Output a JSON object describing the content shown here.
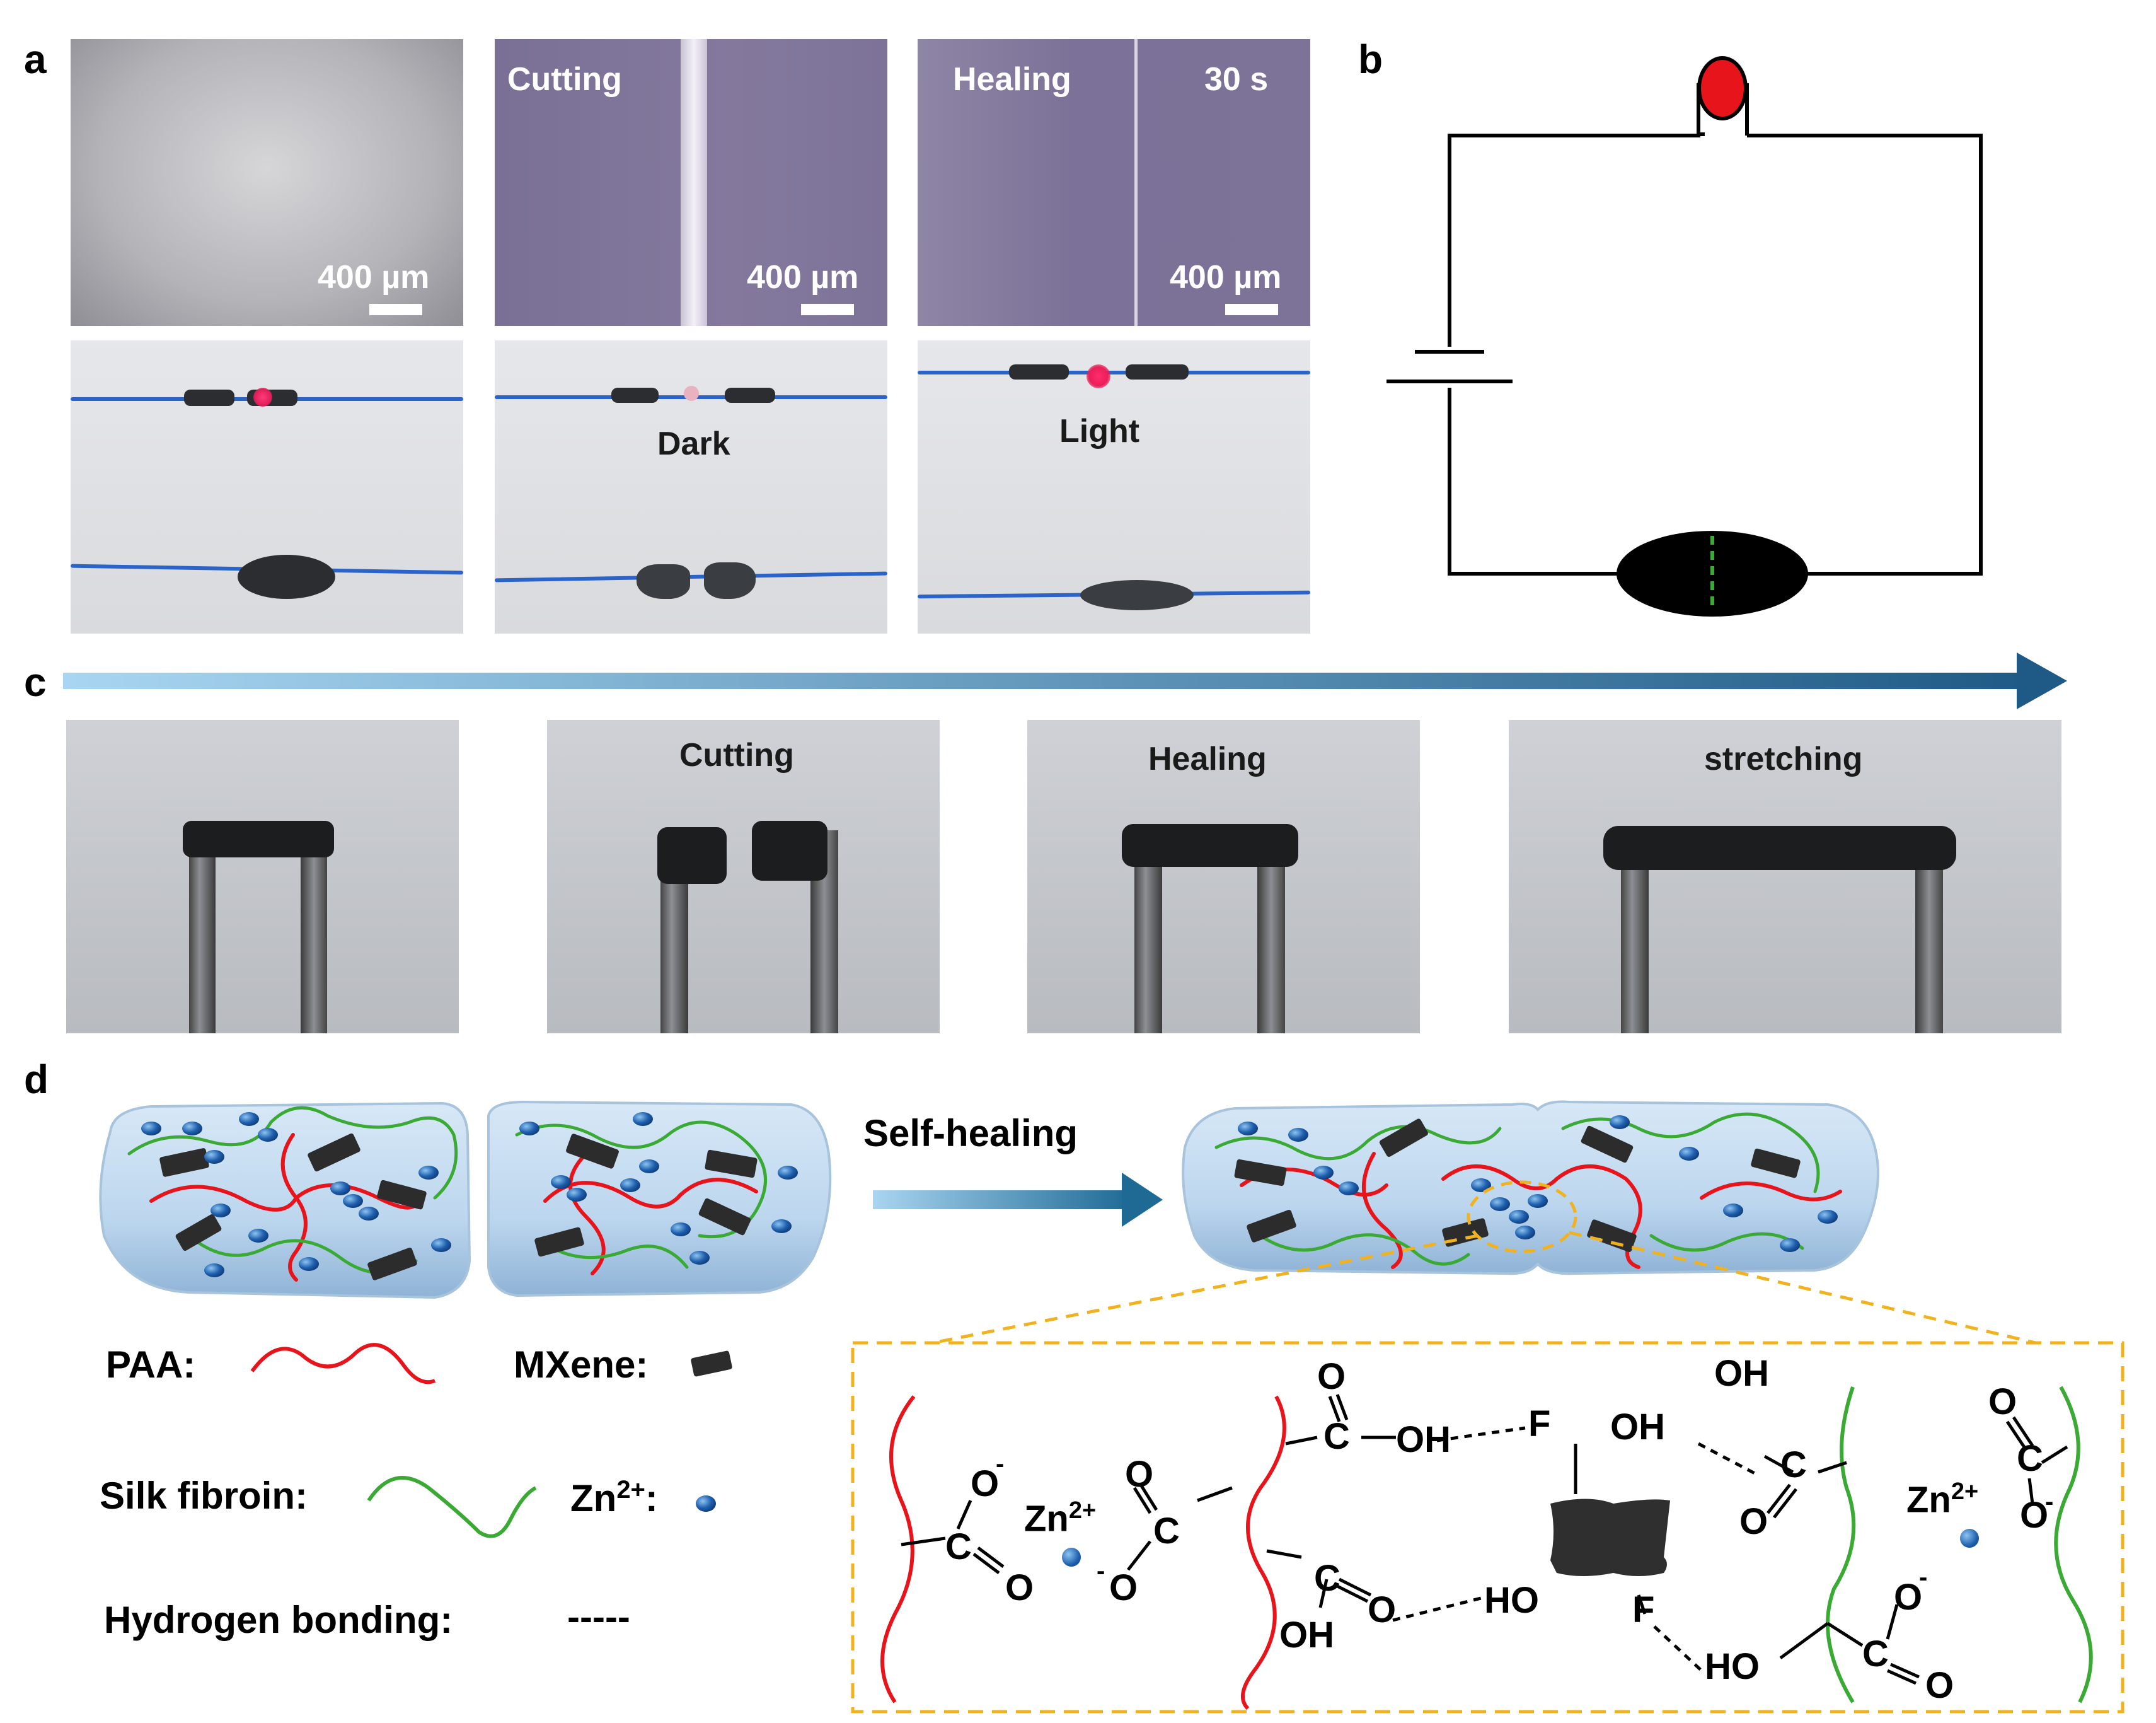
{
  "panels": {
    "a": "a",
    "b": "b",
    "c": "c",
    "d": "d"
  },
  "panel_a": {
    "micro": [
      {
        "label": "",
        "time": "",
        "scale": "400 µm"
      },
      {
        "label": "Cutting",
        "time": "",
        "scale": "400 µm"
      },
      {
        "label": "Healing",
        "time": "30 s",
        "scale": "400 µm"
      }
    ],
    "photo_labels": [
      "",
      "Dark",
      "Light"
    ]
  },
  "panel_c": {
    "labels": [
      "",
      "Cutting",
      "Healing",
      "stretching"
    ]
  },
  "panel_d": {
    "arrow_label": "Self-healing",
    "legend": {
      "paa": "PAA:",
      "mxene": "MXene:",
      "silk": "Silk fibroin:",
      "zn": "Zn",
      "zn_sup": "2+",
      "zn_colon": ":",
      "hbond": "Hydrogen bonding:",
      "hbond_symbol": "-----"
    },
    "chem": {
      "O": "O",
      "C": "C",
      "OH": "OH",
      "HO": "HO",
      "F": "F",
      "Zn": "Zn",
      "sup2": "2+",
      "minus": "-"
    }
  },
  "colors": {
    "paa": "#e8141b",
    "silk": "#3aaa35",
    "zn": "#1f5fae",
    "mxene": "#2c2c2c",
    "gel": "#bcd7ef",
    "arrow_dark": "#1e5f88",
    "arrow_light": "#9fd0ef",
    "dash_box": "#f0b21f",
    "led": "#e8141b",
    "cut_line": "#3aaa35"
  }
}
